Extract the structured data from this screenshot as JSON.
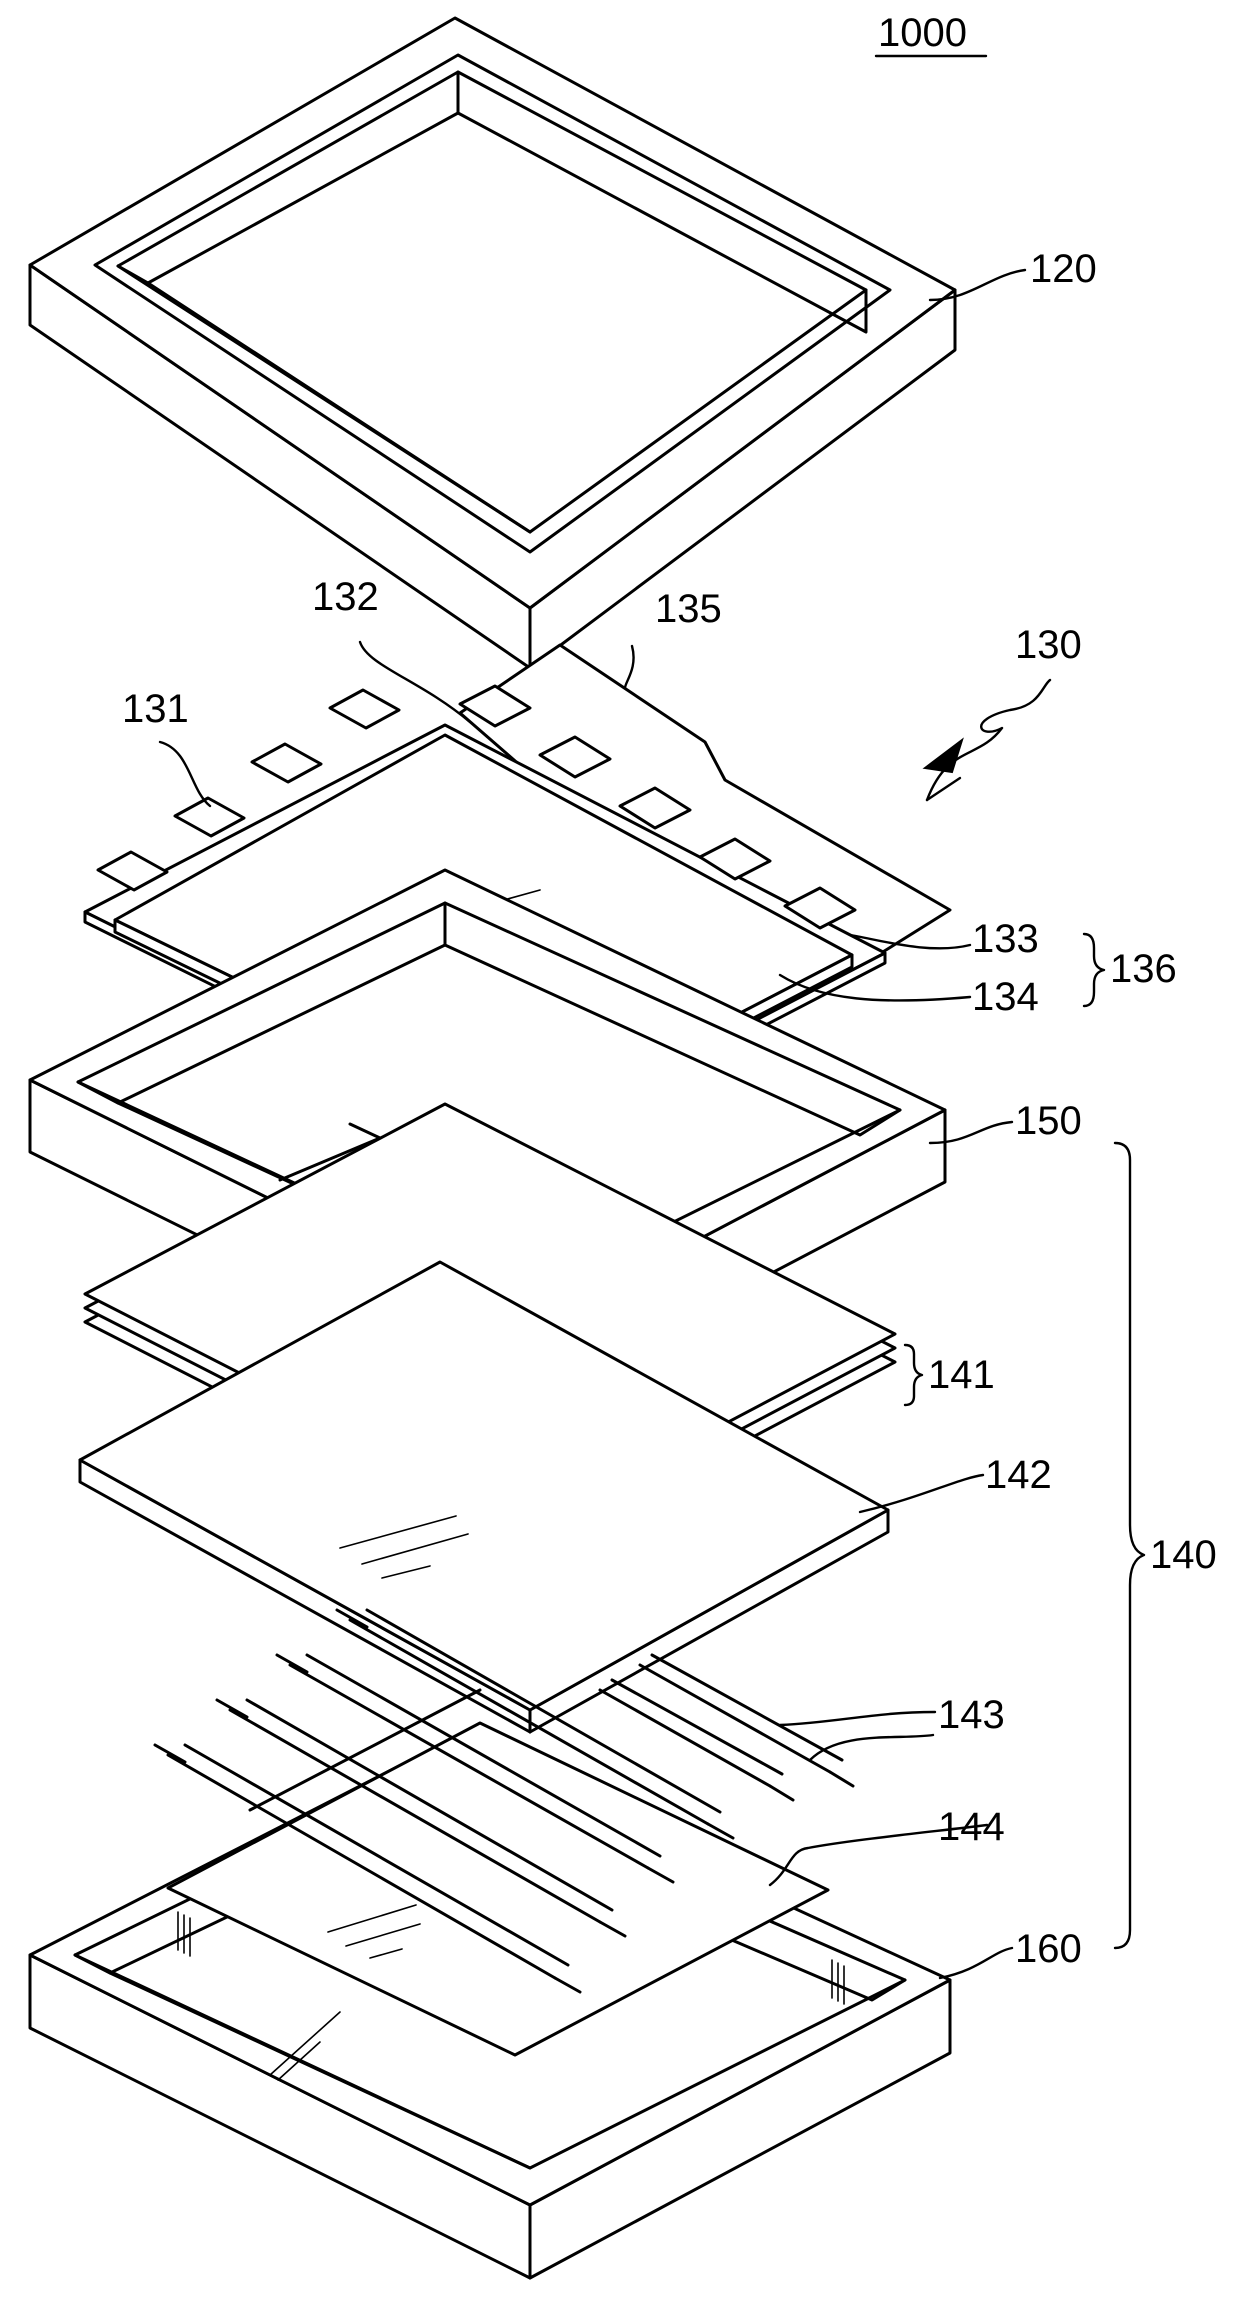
{
  "figure": {
    "reference_number": "1000",
    "labels": {
      "top_chassis": "120",
      "display_panel_assembly": "130",
      "driver_chip_a": "131",
      "driver_chip_b": "132",
      "substrate_upper": "133",
      "substrate_lower": "134",
      "circuit_board": "135",
      "panel_pair": "136",
      "backlight_unit": "140",
      "optical_sheets": "141",
      "light_guide": "142",
      "lamps": "143",
      "reflector": "144",
      "mold_frame": "150",
      "bottom_chassis": "160"
    }
  }
}
